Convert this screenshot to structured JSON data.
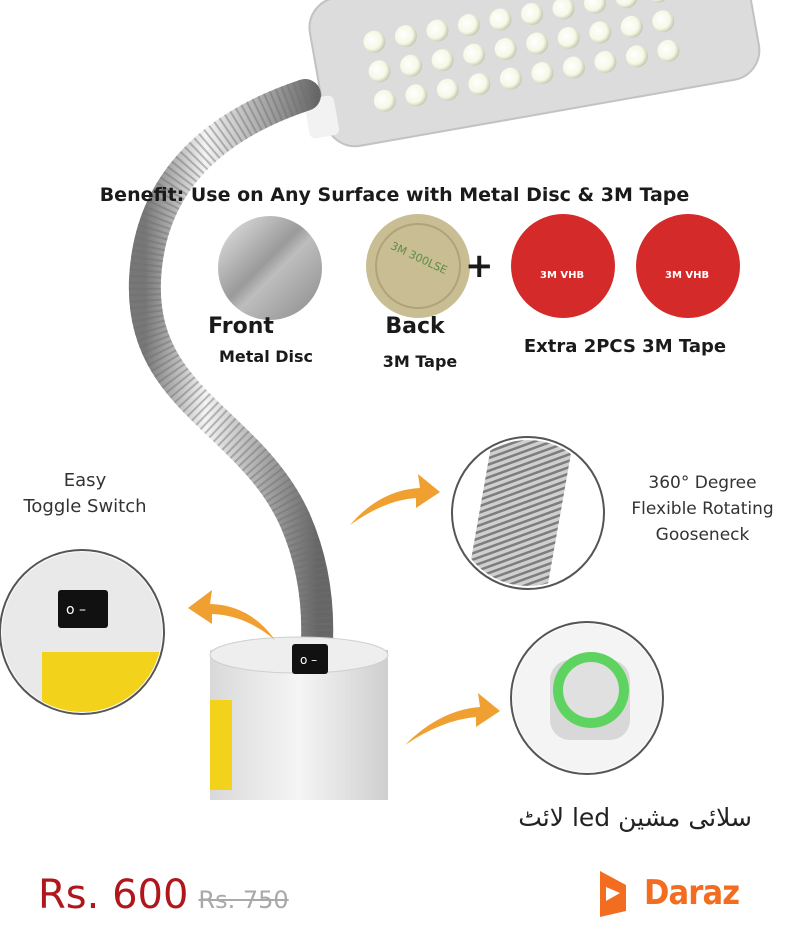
{
  "infographic": {
    "benefit_title": "Benefit: Use on Any Surface with Metal Disc & 3M Tape",
    "front_title": "Front",
    "front_subtitle": "Metal Disc",
    "back_title": "Back",
    "back_subtitle": "3M Tape",
    "plus_sign": "+",
    "extra_label": "Extra 2PCS 3M Tape",
    "tape_print_back": "3M 300LSE",
    "tape_print_red": "3M VHB",
    "toggle_label": "Easy\nToggle Switch",
    "gooseneck_label": "360° Degree\nFlexible Rotating\nGooseneck"
  },
  "product": {
    "name": "سلائی مشین led لائٹ",
    "price": "Rs. 600",
    "old_price": "Rs. 750"
  },
  "brand": {
    "logo_text": "Daraz",
    "color": "#f36d21"
  },
  "colors": {
    "price": "#b0171d",
    "old_price": "#a9a9a9",
    "arrow": "#f0a030",
    "tape_red": "#d42a2a",
    "led_ring": "#5fd35f"
  }
}
